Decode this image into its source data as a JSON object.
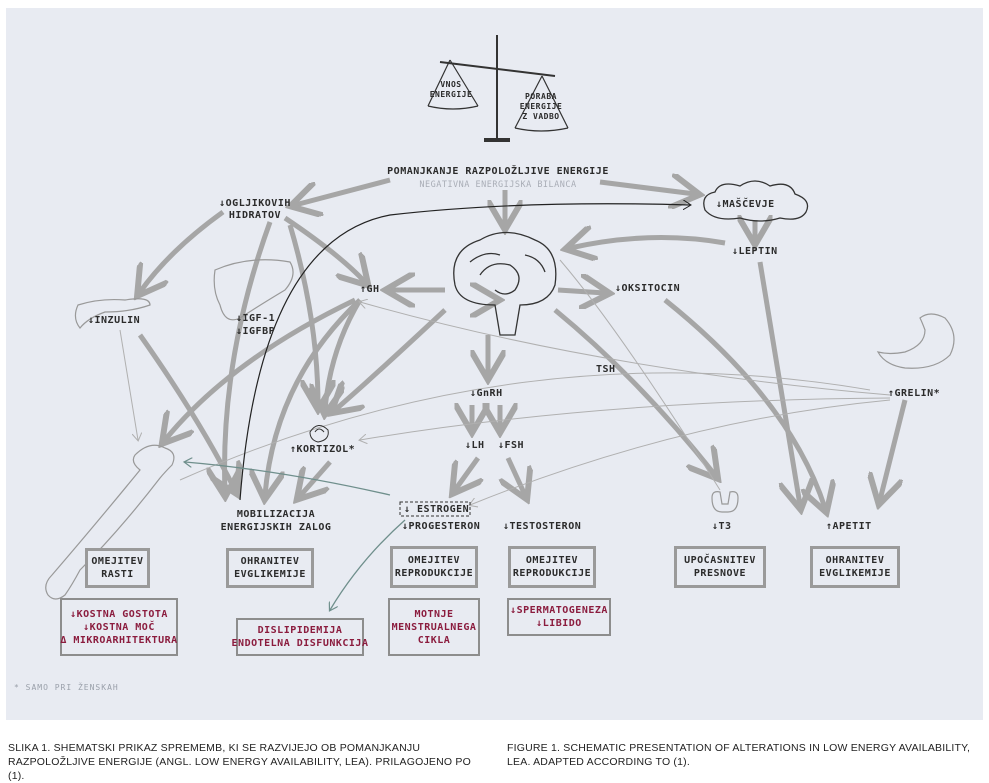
{
  "balance": {
    "left": [
      "VNOS",
      "ENERGIJE"
    ],
    "right": [
      "PORABA",
      "ENERGIJE",
      "Z VADBO"
    ]
  },
  "nodes": {
    "pomanjkanje": "POMANJKANJE RAZPOLOŽLJIVE ENERGIJE",
    "negativna": "NEGATIVNA ENERGIJSKA BILANCA",
    "oglj": [
      "↓OGLJIKOVIH",
      "HIDRATOV"
    ],
    "mascevje": "↓MAŠČEVJE",
    "leptin": "↓LEPTIN",
    "gh": "↑GH",
    "insulin": "↓INZULIN",
    "igf": [
      "↓IGF-1",
      "↓IGFBP"
    ],
    "oksitocin": "↓OKSITOCIN",
    "tsh": "TSH",
    "grelin": "↑GRELIN*",
    "gnrh": "↓GnRH",
    "lh": "↓LH",
    "fsh": "↓FSH",
    "kortizol": "↑KORTIZOL*",
    "estrogen": "↓ ESTROGEN",
    "progesteron": "↓PROGESTERON",
    "testosteron": "↓TESTOSTERON",
    "mobilizacija": [
      "MOBILIZACIJA",
      "ENERGIJSKIH ZALOG"
    ],
    "t3": "↓T3",
    "apetit": "↑APETIT"
  },
  "outcomes": {
    "rasti": [
      "OMEJITEV",
      "RASTI"
    ],
    "evgl1": [
      "OHRANITEV",
      "EVGLIKEMIJE"
    ],
    "repro1": [
      "OMEJITEV",
      "REPRODUKCIJE"
    ],
    "repro2": [
      "OMEJITEV",
      "REPRODUKCIJE"
    ],
    "presnove": [
      "UPOČASNITEV",
      "PRESNOVE"
    ],
    "evgl2": [
      "OHRANITEV",
      "EVGLIKEMIJE"
    ]
  },
  "effects": {
    "kost": [
      "↓KOSTNA GOSTOTA",
      "↓KOSTNA MOČ",
      "Δ MIKROARHITEKTURA"
    ],
    "dislip": [
      "DISLIPIDEMIJA",
      "ENDOTELNA DISFUNKCIJA"
    ],
    "motnje": [
      "MOTNJE",
      "MENSTRUALNEGA",
      "CIKLA"
    ],
    "sperm": [
      "↓SPERMATOGENEZA",
      "↓LIBIDO"
    ]
  },
  "footnote": "* SAMO PRI ŽENSKAH",
  "caption_sl": "SLIKA 1. SHEMATSKI PRIKAZ SPREMEMB, KI SE RAZVIJEJO OB POMANJKANJU RAZPOLOŽLJIVE ENERGIJE (ANGL. LOW ENERGY AVAILABILITY, LEA). PRILAGOJENO PO (1).",
  "caption_en": "FIGURE 1. SCHEMATIC PRESENTATION OF ALTERATIONS IN LOW ENERGY AVAILABILITY, LEA. ADAPTED ACCORDING TO (1).",
  "colors": {
    "arrow": "#a6a6a6",
    "red_text": "#8b1c3e",
    "teal": "#6f8f8c",
    "panel": "#e8ebf2"
  }
}
